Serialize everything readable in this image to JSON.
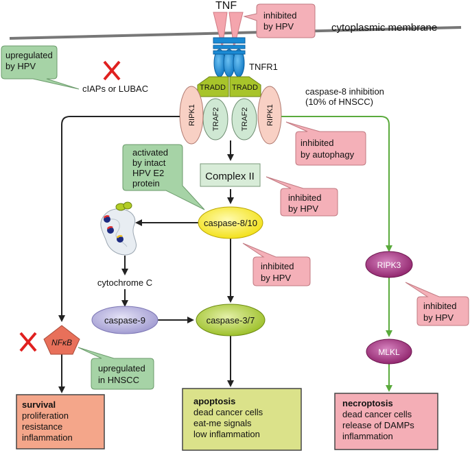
{
  "ligand": {
    "tnf": "TNF"
  },
  "membrane": {
    "label": "cytoplasmic membrane"
  },
  "receptor": {
    "label": "TNFR1"
  },
  "adaptors": {
    "tradd_left": "TRADD",
    "tradd_right": "TRADD",
    "traf2_left": "TRAF2",
    "traf2_right": "TRAF2",
    "ripk1_left": "RIPK1",
    "ripk1_right": "RIPK1"
  },
  "nodes": {
    "complex2": "Complex II",
    "caspase810": "caspase-8/10",
    "cytochrome": "cytochrome C",
    "caspase9": "caspase-9",
    "caspase37": "caspase-3/7",
    "ripk3": "RIPK3",
    "mlkl": "MLKL",
    "nfkb": "NFκB",
    "ciaps": "cIAPs or LUBAC",
    "casp8_inhibition": [
      "caspase-8 inhibition",
      "(10% of HNSCC)"
    ]
  },
  "callouts": {
    "tnf_hpv": [
      "inhibited",
      "by HPV"
    ],
    "ciaps_hpv": [
      "upregulated",
      "by HPV"
    ],
    "autophagy": [
      "inhibited",
      "by autophagy"
    ],
    "e2": [
      "activated",
      "by intact",
      "HPV E2",
      "protein"
    ],
    "complex2_hpv": [
      "inhibited",
      "by HPV"
    ],
    "casp810_hpv": [
      "inhibited",
      "by HPV"
    ],
    "ripk3_hpv": [
      "inhibited",
      "by HPV"
    ],
    "nfkb_hnscc": [
      "upregulated",
      "in HNSCC"
    ]
  },
  "outcomes": {
    "survival": {
      "title": "survival",
      "lines": [
        "proliferation",
        "resistance",
        "inflammation"
      ]
    },
    "apoptosis": {
      "title": "apoptosis",
      "lines": [
        "dead cancer cells",
        "eat-me signals",
        "low inflammation"
      ]
    },
    "necroptosis": {
      "title": "necroptosis",
      "lines": [
        "dead cancer cells",
        "release of DAMPs",
        "inflammation"
      ]
    }
  },
  "colors": {
    "pink_box": "#f4b0b8",
    "green_box": "#a6d3a6",
    "arrow_green": "#5aaa3c",
    "caspase810": "#f7e81e",
    "caspase37": "#b5d235",
    "caspase9": "#b7b2de",
    "ripk": "#9b2e78",
    "nfkb": "#e8705a",
    "survival_box": "#f4a68a",
    "apoptosis_box": "#dbe28a",
    "necroptosis_box": "#f4aeb6",
    "receptor": "#1a8ad4",
    "tradd": "#a8c42a"
  }
}
